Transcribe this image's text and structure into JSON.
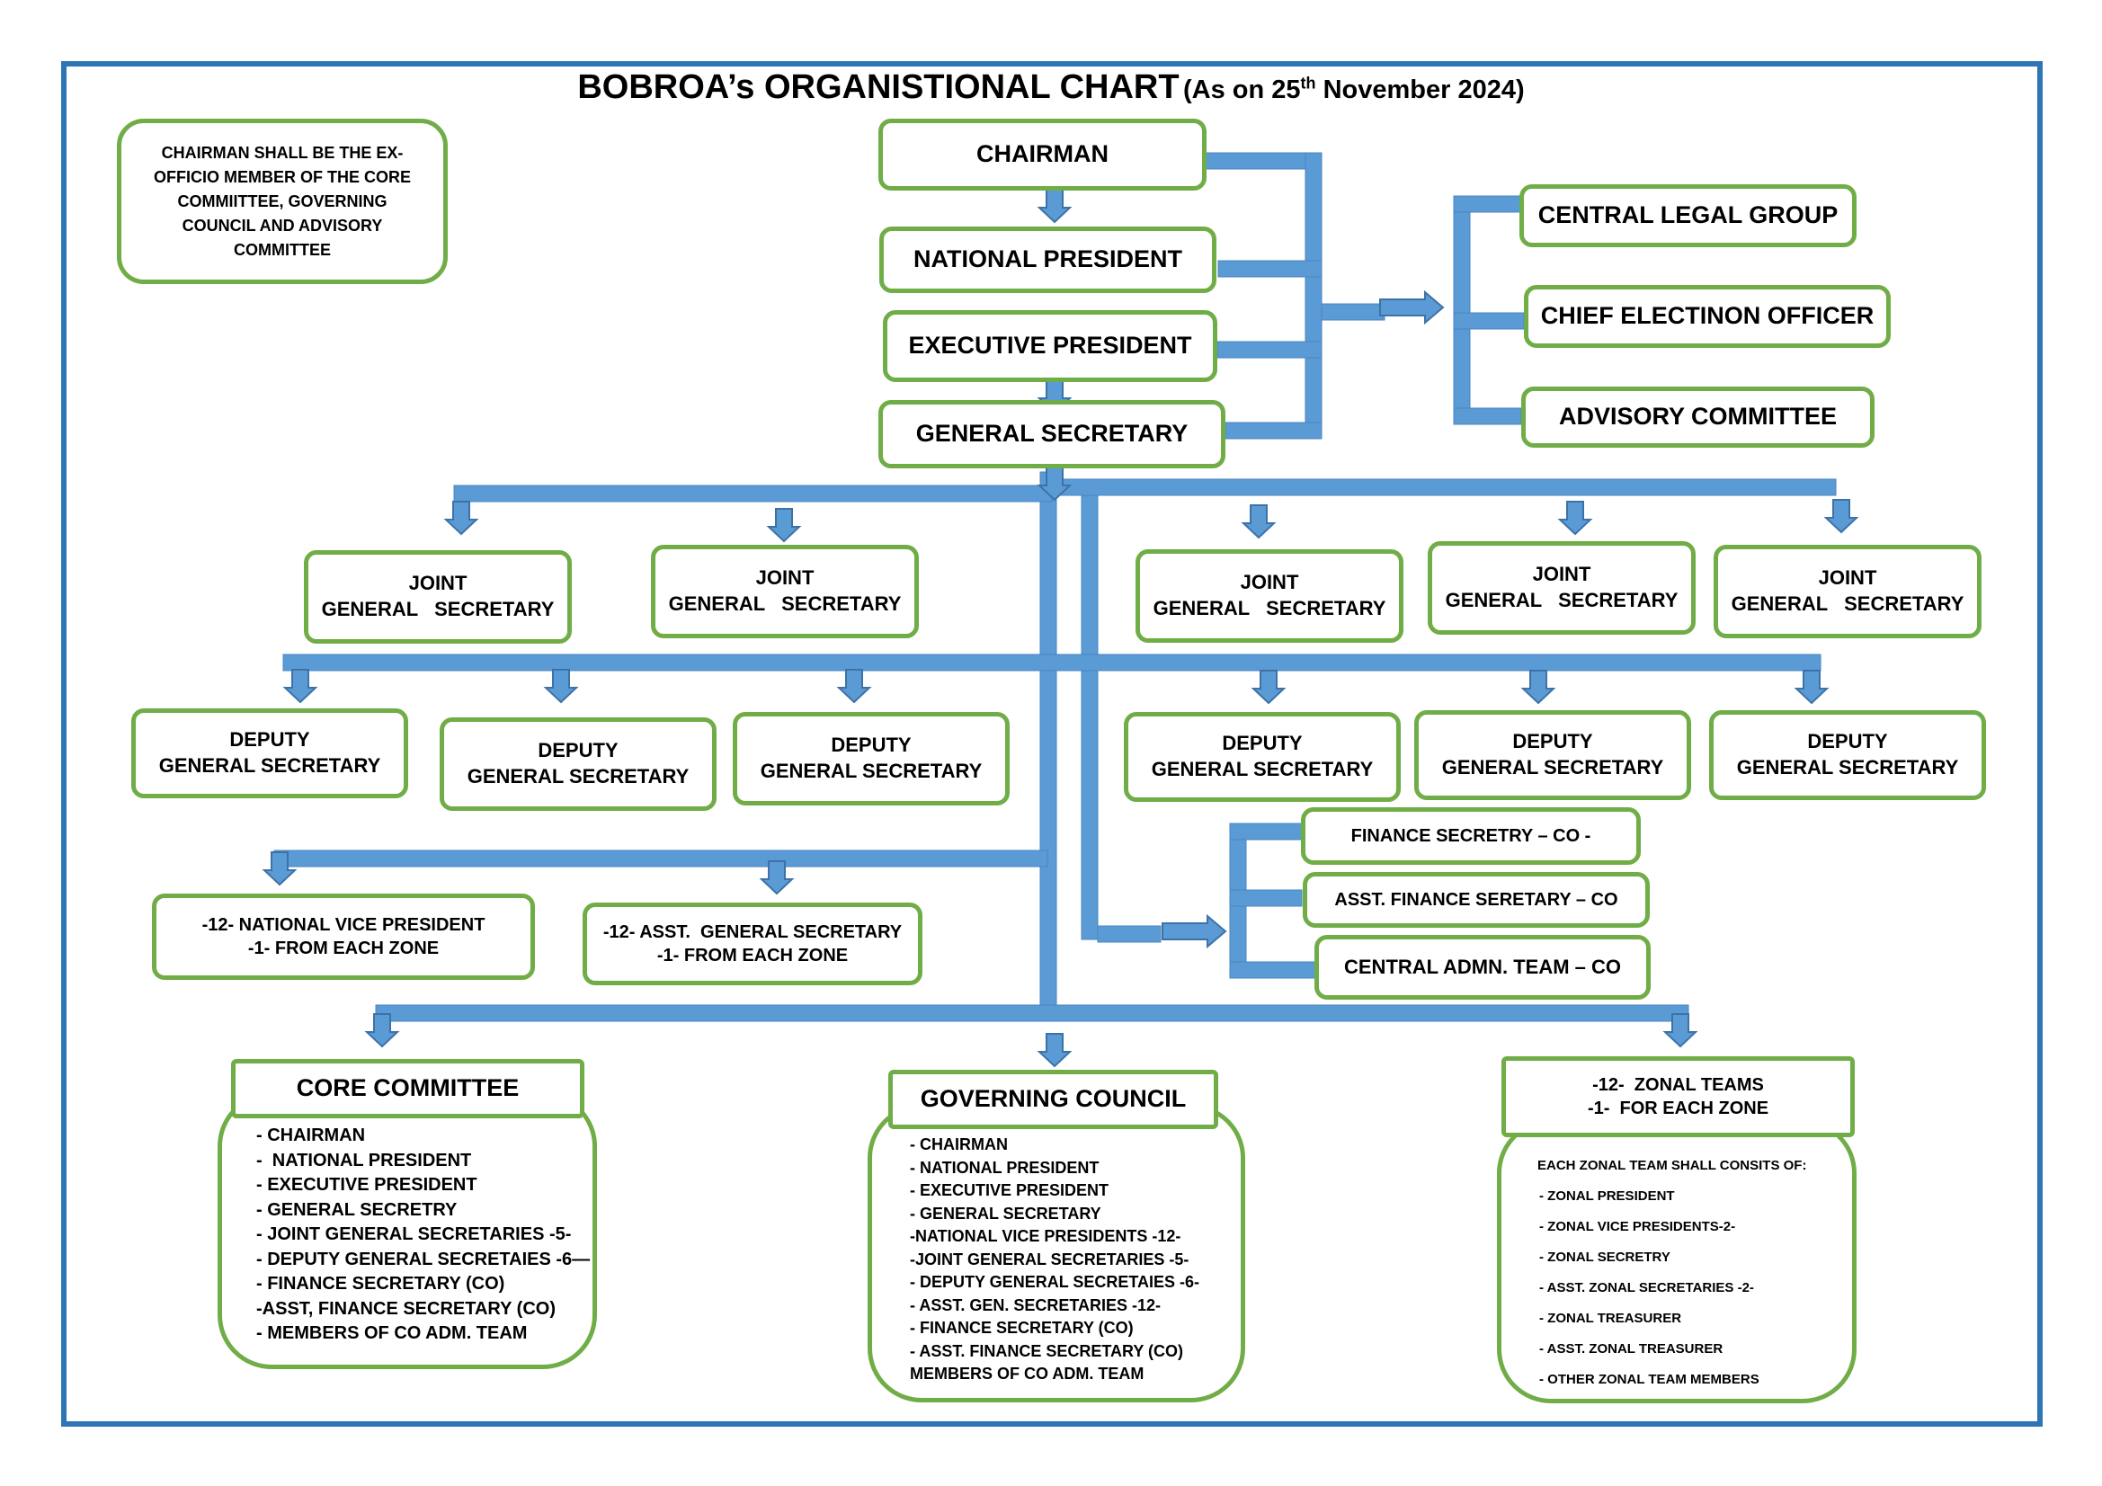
{
  "title": {
    "main": "BOBROA’s ORGANISTIONAL CHART",
    "sub_prefix": "(As on 25",
    "sub_sup": "th",
    "sub_suffix": " November 2024)"
  },
  "note": {
    "lines": [
      "CHAIRMAN SHALL BE THE EX-",
      "OFFICIO MEMBER OF THE CORE",
      "COMMIITTEE, GOVERNING",
      "COUNCIL AND ADVISORY",
      "COMMITTEE"
    ]
  },
  "top": {
    "chairman": "CHAIRMAN",
    "national_president": "NATIONAL PRESIDENT",
    "executive_president": "EXECUTIVE PRESIDENT",
    "general_secretary": "GENERAL SECRETARY"
  },
  "side": {
    "central_legal_group": "CENTRAL LEGAL GROUP",
    "chief_election_officer": "CHIEF ELECTINON OFFICER",
    "advisory_committee": "ADVISORY COMMITTEE"
  },
  "joint_general_secretaries": [
    {
      "line1": "JOINT",
      "line2": "GENERAL   SECRETARY"
    },
    {
      "line1": "JOINT",
      "line2": "GENERAL   SECRETARY"
    },
    {
      "line1": "JOINT",
      "line2": "GENERAL   SECRETARY"
    },
    {
      "line1": "JOINT",
      "line2": "GENERAL   SECRETARY"
    },
    {
      "line1": "JOINT",
      "line2": "GENERAL   SECRETARY"
    }
  ],
  "deputy_general_secretaries": [
    {
      "line1": "DEPUTY",
      "line2": "GENERAL SECRETARY"
    },
    {
      "line1": "DEPUTY",
      "line2": "GENERAL SECRETARY"
    },
    {
      "line1": "DEPUTY",
      "line2": "GENERAL SECRETARY"
    },
    {
      "line1": "DEPUTY",
      "line2": "GENERAL SECRETARY"
    },
    {
      "line1": "DEPUTY",
      "line2": "GENERAL SECRETARY"
    },
    {
      "line1": "DEPUTY",
      "line2": "GENERAL SECRETARY"
    }
  ],
  "vice_presidents": {
    "line1": "-12- NATIONAL VICE PRESIDENT",
    "line2": "-1- FROM EACH ZONE"
  },
  "asst_general_secretaries": {
    "line1": "-12- ASST.  GENERAL SECRETARY",
    "line2": "-1- FROM EACH ZONE"
  },
  "finance": {
    "finance_secretary": "FINANCE SECRETRY – CO -",
    "asst_finance_secretary": "ASST. FINANCE SERETARY – CO",
    "central_admn_team": "CENTRAL ADMN. TEAM – CO"
  },
  "core_committee": {
    "title": "CORE COMMITTEE",
    "members": [
      "- CHAIRMAN",
      "-  NATIONAL PRESIDENT",
      "- EXECUTIVE PRESIDENT",
      "- GENERAL SECRETRY",
      "- JOINT GENERAL SECRETARIES -5-",
      "- DEPUTY GENERAL SECRETAIES -6—",
      "- FINANCE SECRETARY (CO)",
      "-ASST, FINANCE SECRETARY (CO)",
      "- MEMBERS OF CO ADM. TEAM"
    ]
  },
  "governing_council": {
    "title": "GOVERNING COUNCIL",
    "members": [
      "- CHAIRMAN",
      "- NATIONAL PRESIDENT",
      "- EXECUTIVE PRESIDENT",
      "- GENERAL SECRETARY",
      "-NATIONAL VICE PRESIDENTS -12-",
      "-JOINT GENERAL SECRETARIES -5-",
      "- DEPUTY GENERAL SECRETAIES -6-",
      "- ASST. GEN. SECRETARIES -12-",
      "- FINANCE SECRETARY (CO)",
      "- ASST. FINANCE SECRETARY (CO)",
      "MEMBERS OF CO ADM. TEAM"
    ]
  },
  "zonal_teams": {
    "line1": "-12-  ZONAL TEAMS",
    "line2": "-1-  FOR EACH ZONE",
    "heading": "EACH ZONAL TEAM SHALL CONSITS OF:",
    "members": [
      "- ZONAL PRESIDENT",
      "- ZONAL VICE PRESIDENTS-2-",
      "- ZONAL SECRETRY",
      "- ASST. ZONAL SECRETARIES -2-",
      "- ZONAL TREASURER",
      "- ASST. ZONAL TREASURER",
      "- OTHER ZONAL TEAM MEMBERS"
    ]
  },
  "colors": {
    "connector": "#5b9bd5",
    "connector_edge": "#4a86c0",
    "box_border": "#70ad47",
    "frame": "#2e75b6"
  }
}
